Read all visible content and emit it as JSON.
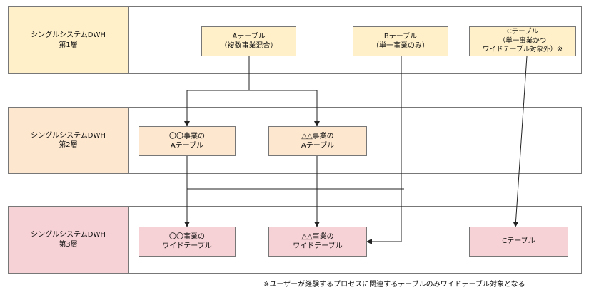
{
  "layers": [
    {
      "label": "シングルシステムDWH\n第1層",
      "color": "#fff0c9"
    },
    {
      "label": "シングルシステムDWH\n第2層",
      "color": "#fde7cf"
    },
    {
      "label": "シングルシステムDWH\n第3層",
      "color": "#f6d1d5"
    }
  ],
  "nodes": {
    "a_table_mixed": "Aテーブル\n（複数事業混合）",
    "b_table_single": "Bテーブル\n（単一事業のみ）",
    "c_table_single_wide": "Cテーブル\n（単一事業かつ\nワイドテーブル対象外）※",
    "oo_a_table": "〇〇事業の\nAテーブル",
    "tt_a_table": "△△事業の\nAテーブル",
    "oo_wide_table": "〇〇事業の\nワイドテーブル",
    "tt_wide_table": "△△事業の\nワイドテーブル",
    "c_table": "Cテーブル"
  },
  "footnote": "※ユーザーが経験するプロセスに関連するテーブルのみワイドテーブル対象となる",
  "colors": {
    "border": "#777777",
    "line": "#222222"
  }
}
